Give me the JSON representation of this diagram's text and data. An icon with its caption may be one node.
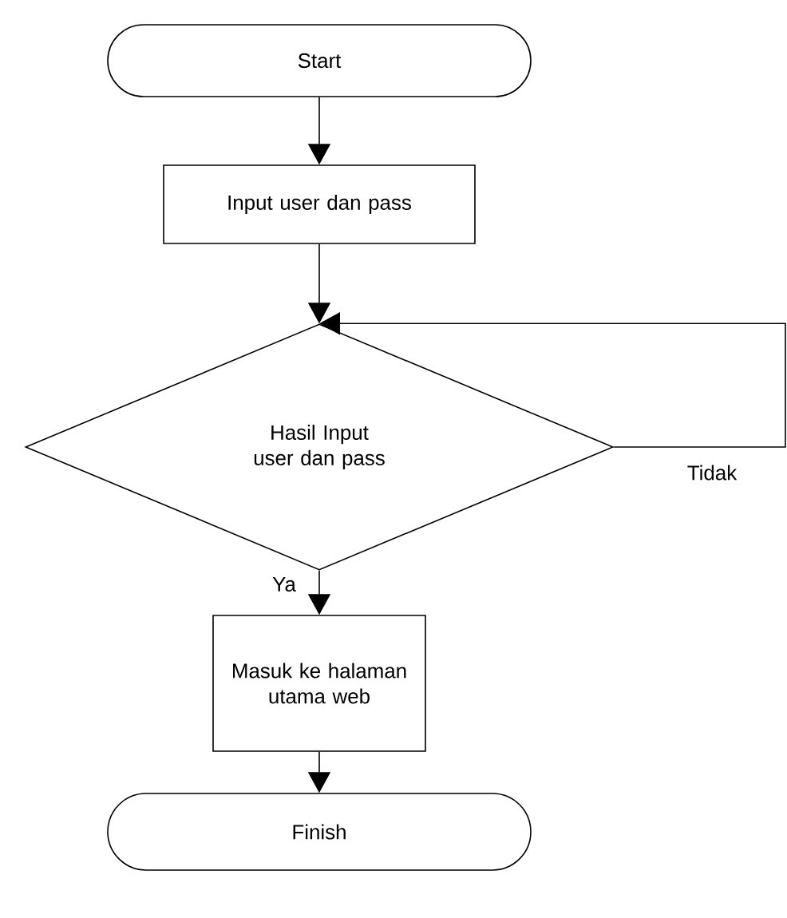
{
  "diagram": {
    "nodes": [
      {
        "text": [
          "Start"
        ]
      },
      {
        "text": [
          "Input user dan pass"
        ]
      },
      {
        "text": [
          "Hasil Input user dan pass"
        ]
      },
      {
        "text": [
          "Masuk ke halaman utama web"
        ]
      },
      {
        "text": [
          "Finish"
        ]
      }
    ],
    "edges": [
      {
        "from": 0,
        "to": 1,
        "arrow": "to"
      },
      {
        "from": 1,
        "to": 2,
        "arrow": "to"
      },
      {
        "from": 2,
        "to": 3,
        "arrow": "to",
        "label": "Ya"
      },
      {
        "from": 3,
        "to": 4,
        "arrow": "to"
      },
      {
        "from": 2,
        "to": 2,
        "arrow": "to",
        "label": "Tidak"
      }
    ]
  }
}
